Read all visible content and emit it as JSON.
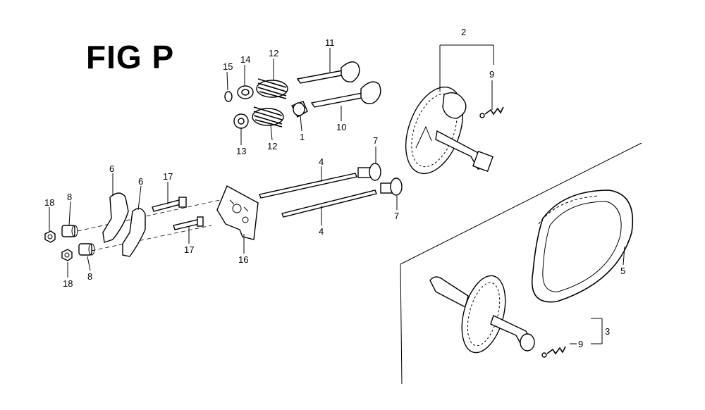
{
  "figure": {
    "title": "FIG P"
  },
  "callouts": {
    "c1": "1",
    "c2": "2",
    "c3": "3",
    "c4a": "4",
    "c4b": "4",
    "c5": "5",
    "c6a": "6",
    "c6b": "6",
    "c7a": "7",
    "c7b": "7",
    "c8a": "8",
    "c8b": "8",
    "c9a": "9",
    "c9b": "9",
    "c10": "10",
    "c11": "11",
    "c12a": "12",
    "c12b": "12",
    "c13": "13",
    "c14": "14",
    "c15": "15",
    "c16": "16",
    "c17a": "17",
    "c17b": "17",
    "c18a": "18",
    "c18b": "18"
  }
}
